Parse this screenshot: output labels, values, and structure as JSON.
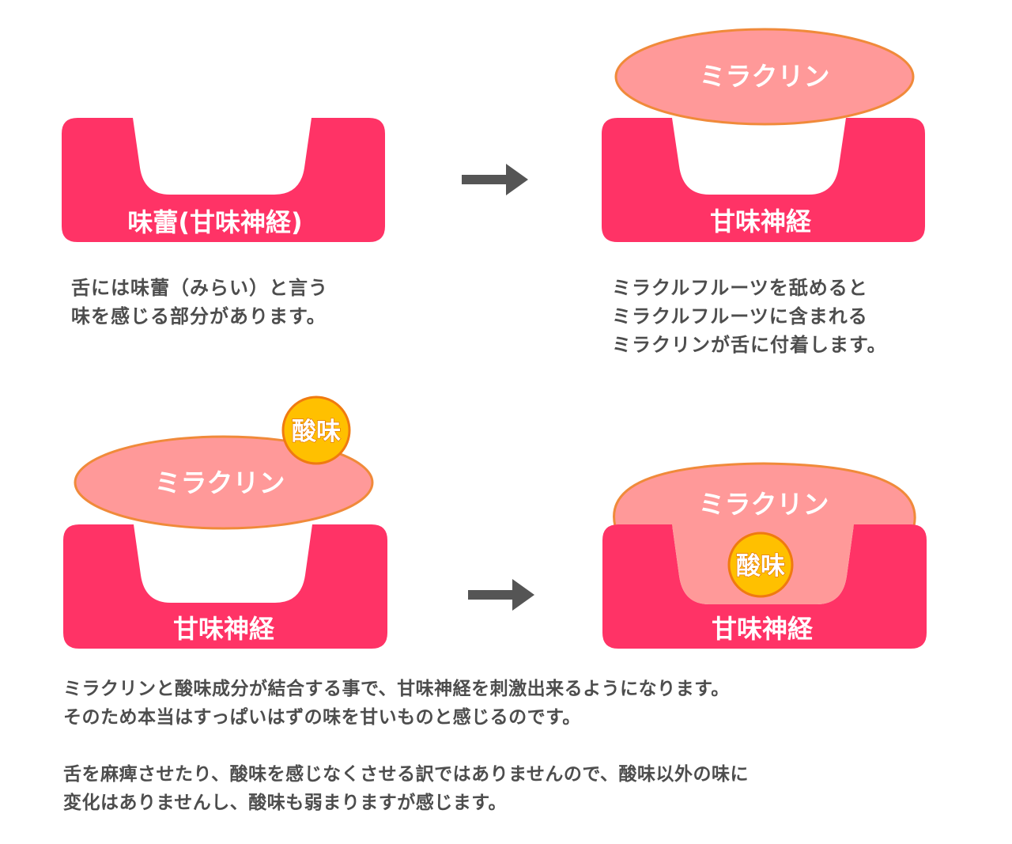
{
  "colors": {
    "tongue": "#ff3366",
    "miraculin_fill": "#ff9999",
    "miraculin_stroke": "#f08a3a",
    "sour_fill": "#ffc000",
    "sour_stroke": "#f07a10",
    "arrow": "#555555",
    "caption_text": "#4d4d4d"
  },
  "panels": {
    "p1": {
      "nerve_label": "味蕾(甘味神経)"
    },
    "p2": {
      "nerve_label": "甘味神経",
      "miraculin_label": "ミラクリン"
    },
    "p3": {
      "nerve_label": "甘味神経",
      "miraculin_label": "ミラクリン",
      "sour_label": "酸味"
    },
    "p4": {
      "nerve_label": "甘味神経",
      "miraculin_label": "ミラクリン",
      "sour_label": "酸味"
    }
  },
  "captions": {
    "c1": [
      "舌には味蕾（みらい）と言う",
      "味を感じる部分があります。"
    ],
    "c2": [
      "ミラクルフルーツを舐めると",
      "ミラクルフルーツに含まれる",
      "ミラクリンが舌に付着します。"
    ],
    "c3": [
      "ミラクリンと酸味成分が結合する事で、甘味神経を刺激出来るようになります。",
      "そのため本当はすっぱいはずの味を甘いものと感じるのです。"
    ],
    "c4": [
      "舌を麻痺させたり、酸味を感じなくさせる訳ではありませんので、酸味以外の味に",
      "変化はありませんし、酸味も弱まりますが感じます。"
    ]
  }
}
